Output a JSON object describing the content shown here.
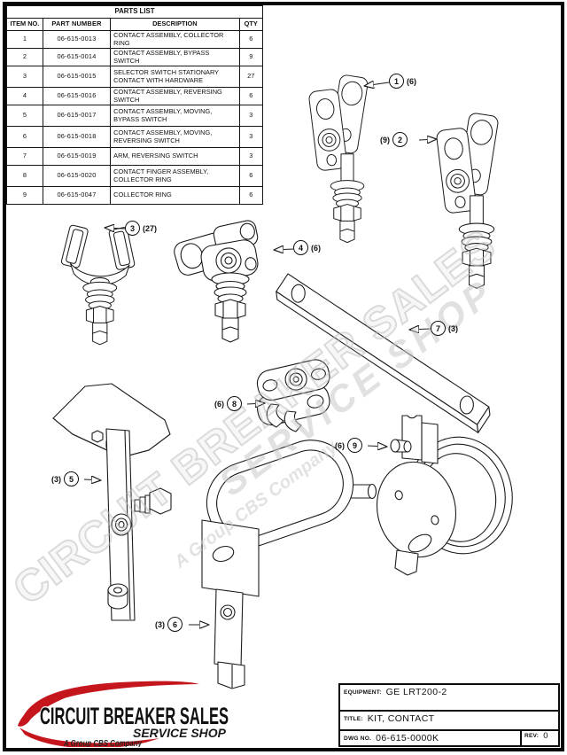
{
  "parts_table": {
    "title": "PARTS LIST",
    "columns": {
      "item": "ITEM NO.",
      "part": "PART NUMBER",
      "desc": "DESCRIPTION",
      "qty": "QTY"
    },
    "rows": [
      {
        "item": "1",
        "part": "06-615-0013",
        "desc": "CONTACT ASSEMBLY, COLLECTOR RING",
        "qty": "6"
      },
      {
        "item": "2",
        "part": "06-615-0014",
        "desc": "CONTACT ASSEMBLY, BYPASS SWITCH",
        "qty": "9"
      },
      {
        "item": "3",
        "part": "06-615-0015",
        "desc": "SELECTOR SWITCH STATIONARY CONTACT WITH HARDWARE",
        "qty": "27"
      },
      {
        "item": "4",
        "part": "06-615-0016",
        "desc": "CONTACT ASSEMBLY, REVERSING SWITCH",
        "qty": "6"
      },
      {
        "item": "5",
        "part": "06-615-0017",
        "desc": "CONTACT ASSEMBLY, MOVING, BYPASS SWITCH",
        "qty": "3"
      },
      {
        "item": "6",
        "part": "06-615-0018",
        "desc": "CONTACT ASSEMBLY, MOVING, REVERSING SWITCH",
        "qty": "3"
      },
      {
        "item": "7",
        "part": "06-615-0019",
        "desc": "ARM, REVERSING SWITCH",
        "qty": "3"
      },
      {
        "item": "8",
        "part": "06-615-0020",
        "desc": "CONTACT FINGER ASSEMBLY, COLLECTOR RING",
        "qty": "6"
      },
      {
        "item": "9",
        "part": "06-615-0047",
        "desc": "COLLECTOR RING",
        "qty": "6"
      }
    ]
  },
  "callouts": [
    {
      "item": "1",
      "qty": "(6)"
    },
    {
      "item": "2",
      "qty": "(9)"
    },
    {
      "item": "3",
      "qty": "(27)"
    },
    {
      "item": "4",
      "qty": "(6)"
    },
    {
      "item": "5",
      "qty": "(3)"
    },
    {
      "item": "6",
      "qty": "(3)"
    },
    {
      "item": "7",
      "qty": "(3)"
    },
    {
      "item": "8",
      "qty": "(6)"
    },
    {
      "item": "9",
      "qty": "(6)"
    }
  ],
  "watermark": {
    "line1": "CIRCUIT BREAKER SALES",
    "line2": "SERVICE SHOP",
    "line3": "A Group CBS Company",
    "color": "#c3c3c3"
  },
  "logo": {
    "name": "CIRCUIT BREAKER SALES",
    "tagline": "SERVICE SHOP",
    "subtext": "A Group CBS Company",
    "swoosh_color": "#c4161c",
    "text_color": "#111111"
  },
  "title_block": {
    "equipment_label": "EQUIPMENT:",
    "equipment": "GE LRT200-2",
    "title_label": "TITLE:",
    "title": "KIT, CONTACT",
    "dwg_label": "DWG NO.",
    "dwg_no": "06-615-0000K",
    "rev_label": "REV:",
    "rev": "0"
  }
}
